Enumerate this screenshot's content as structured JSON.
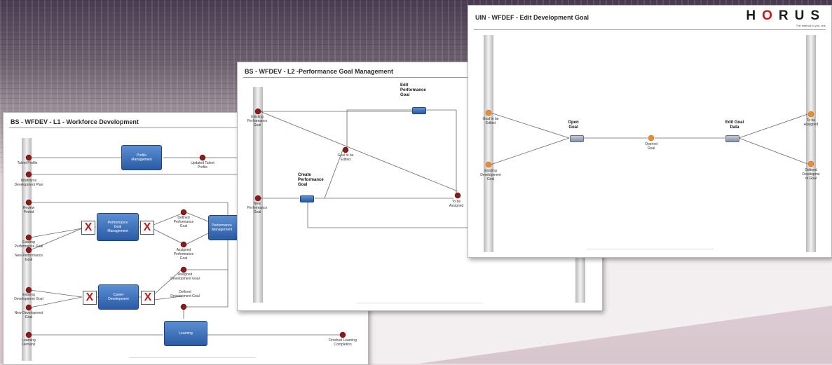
{
  "colors": {
    "event_red": "#8b1a1a",
    "event_orange": "#ec8c2a",
    "process_blue": "#2f65b3",
    "x_red": "#c01818",
    "logo_accent": "#c8171d"
  },
  "panel1": {
    "title": "BS - WFDEV - L1 - Workforce Development",
    "processes": {
      "profile": "Profile\nManagement",
      "perf_goal": "Performance\nGoal\nManagement",
      "performance": "Performance\nManagement",
      "career": "Career\nDevelopment",
      "learning": "Learning"
    },
    "gateway_symbol": "X",
    "events": {
      "talent_profile": "Talent Profile",
      "workforce_plan": "Workforce\nDevelopment Plan",
      "review_period": "Review\nPeriod",
      "existing_perf_goal": "Existing\nPerformance Goal",
      "new_perf_goal": "New Performance\nGoal",
      "existing_dev_goal": "Existing\nDevelopment Goal",
      "new_dev_goal": "New Development\nGoal",
      "learning_demand": "Learning\nDemand",
      "updated_talent_profile": "Updated Talent\nProfile",
      "defined_perf_goal": "Defined\nPerformance\nGoal",
      "assigned_perf_goal": "Assigned\nPerformance\nGoal",
      "assigned_dev_goal": "Assigned\nDevelopment Goal",
      "defined_dev_goal": "Defined\nDevelopment Goal",
      "finished_learning": "Finished Learning\nCompletion"
    }
  },
  "panel2": {
    "title": "BS - WFDEV - L2 -Performance Goal Management",
    "functions": {
      "edit": "Edit\nPerformance\nGoal",
      "create": "Create\nPerformance\nGoal"
    },
    "events": {
      "existing_perf_goal": "Existing\nPerformance\nGoal",
      "new_perf_goal": "New\nPerformance\nGoal",
      "goal_to_be_edited": "Goal to be\nEdited",
      "to_be_assigned": "To be\nAssigned"
    }
  },
  "panel3": {
    "title": "UIN - WFDEF - Edit Development Goal",
    "logo": {
      "pre": "H",
      "o": "O",
      "post": "RUS",
      "tagline": "The method to you, one"
    },
    "functions": {
      "open": "Open\nGoal",
      "edit": "Edit Goal\nData"
    },
    "events": {
      "goal_to_be_edited": "Goal to be\nEdited",
      "existing_dev_goal": "Existing\nDevelopment\nGoal",
      "opened_goal": "Opened\nGoal",
      "to_be_assigned": "To be\nAssigned",
      "defined_dev_goal": "Defined\nDevelopme\nnt Goal"
    }
  }
}
